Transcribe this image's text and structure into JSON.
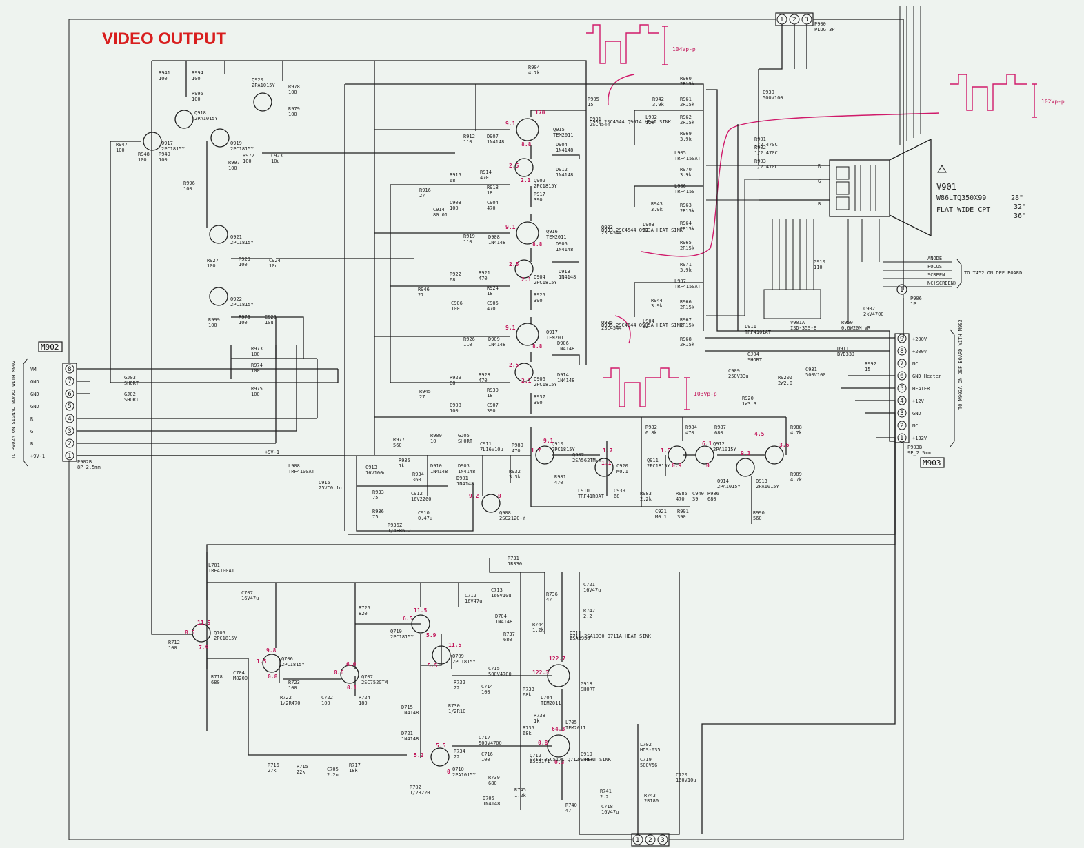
{
  "title": "VIDEO OUTPUT",
  "connectors": {
    "m902": {
      "name": "M902",
      "ref": "P902B",
      "part": "8P_2.5mm",
      "side_note": "TO P902A ON SIGNAL BOARD WITH M902",
      "pins": [
        {
          "num": "8",
          "label": "VM"
        },
        {
          "num": "7",
          "label": "GND"
        },
        {
          "num": "6",
          "label": "GND"
        },
        {
          "num": "5",
          "label": "GND"
        },
        {
          "num": "4",
          "label": "R"
        },
        {
          "num": "3",
          "label": "G"
        },
        {
          "num": "2",
          "label": "B"
        },
        {
          "num": "1",
          "label": "+9V-1"
        }
      ]
    },
    "m903": {
      "name": "M903",
      "ref": "P903B",
      "part": "9P_2.5mm",
      "side_note": "TO M903A ON DEF BOARD WITH M903",
      "pins": [
        {
          "num": "9",
          "label": "+200V"
        },
        {
          "num": "8",
          "label": "+200V"
        },
        {
          "num": "7",
          "label": "NC"
        },
        {
          "num": "6",
          "label": "GND Heater"
        },
        {
          "num": "5",
          "label": "HEATER"
        },
        {
          "num": "4",
          "label": "+12V"
        },
        {
          "num": "3",
          "label": "GND"
        },
        {
          "num": "2",
          "label": "NC"
        },
        {
          "num": "1",
          "label": "+132V"
        }
      ]
    },
    "p900": {
      "ref": "P900",
      "part": "PLUG 3P",
      "pins": [
        "1",
        "2",
        "3"
      ]
    },
    "p906": {
      "ref": "P906",
      "part": "1P",
      "pin": "1"
    },
    "bottom": {
      "pins": [
        "1",
        "2",
        "3"
      ]
    },
    "def_board": {
      "signals": [
        "ANODE",
        "FOCUS",
        "SCREEN",
        "NC(SCREEN)"
      ],
      "note": "TO T452 ON DEF BOARD"
    }
  },
  "crt": {
    "ref": "V901",
    "model": "W86LTQ350X99",
    "subtitle": "FLAT WIDE CPT",
    "sizes": [
      "28\"",
      "32\"",
      "36\""
    ],
    "inputs": [
      "R",
      "G",
      "B"
    ],
    "socket": "V901A",
    "socket_part": "ISD-35S-E"
  },
  "waveforms": [
    {
      "label": "104Vp-p"
    },
    {
      "label": "102Vp-p"
    },
    {
      "label": "103Vp-p"
    }
  ],
  "components": [
    {
      "ref": "R941",
      "value": "100"
    },
    {
      "ref": "R994",
      "value": "100"
    },
    {
      "ref": "R995",
      "value": "100"
    },
    {
      "ref": "R947",
      "value": "100"
    },
    {
      "ref": "R948",
      "value": "100"
    },
    {
      "ref": "R949",
      "value": "100"
    },
    {
      "ref": "R996",
      "value": "100"
    },
    {
      "ref": "R997",
      "value": "100"
    },
    {
      "ref": "R972",
      "value": "100"
    },
    {
      "ref": "C923",
      "value": "10u"
    },
    {
      "ref": "R978",
      "value": "100"
    },
    {
      "ref": "R979",
      "value": "100"
    },
    {
      "ref": "Q920",
      "value": "2PA1015Y"
    },
    {
      "ref": "Q918",
      "value": "2PA1015Y"
    },
    {
      "ref": "Q917",
      "value": "2PC1815Y"
    },
    {
      "ref": "Q919",
      "value": "2PC1815Y"
    },
    {
      "ref": "Q921",
      "value": "2PC1815Y"
    },
    {
      "ref": "Q922",
      "value": "2PC1815Y"
    },
    {
      "ref": "R927",
      "value": "100"
    },
    {
      "ref": "R923",
      "value": "100"
    },
    {
      "ref": "C924",
      "value": "10u"
    },
    {
      "ref": "R999",
      "value": "100"
    },
    {
      "ref": "R976",
      "value": "100"
    },
    {
      "ref": "C925",
      "value": "10u"
    },
    {
      "ref": "R973",
      "value": "100"
    },
    {
      "ref": "R974",
      "value": "100"
    },
    {
      "ref": "R975",
      "value": "100"
    },
    {
      "ref": "R904",
      "value": "4.7k"
    },
    {
      "ref": "R905",
      "value": "15"
    },
    {
      "ref": "Q915",
      "value": "TEM2011"
    },
    {
      "ref": "Q916",
      "value": "TEM2011"
    },
    {
      "ref": "Q917B",
      "value": "TEM2011"
    },
    {
      "ref": "Q901",
      "value": "2SC4544"
    },
    {
      "ref": "Q903",
      "value": "2SC4544"
    },
    {
      "ref": "Q905",
      "value": "2SC4544"
    },
    {
      "ref": "Q902",
      "value": "2PC1815Y"
    },
    {
      "ref": "Q904",
      "value": "2PC1815Y"
    },
    {
      "ref": "Q906",
      "value": "2PC1815Y"
    },
    {
      "ref": "R912",
      "value": "110"
    },
    {
      "ref": "D907",
      "value": "1N4148"
    },
    {
      "ref": "D904",
      "value": "1N4148"
    },
    {
      "ref": "D912",
      "value": "1N4148"
    },
    {
      "ref": "R915",
      "value": "68"
    },
    {
      "ref": "R914",
      "value": "470"
    },
    {
      "ref": "R916",
      "value": "27"
    },
    {
      "ref": "R918",
      "value": "18"
    },
    {
      "ref": "C903",
      "value": "100"
    },
    {
      "ref": "C904",
      "value": "470"
    },
    {
      "ref": "R917",
      "value": "390"
    },
    {
      "ref": "C914",
      "value": "80.01"
    },
    {
      "ref": "R919",
      "value": "110"
    },
    {
      "ref": "D908",
      "value": "1N4148"
    },
    {
      "ref": "D905",
      "value": "1N4148"
    },
    {
      "ref": "D913",
      "value": "1N4148"
    },
    {
      "ref": "R922",
      "value": "68"
    },
    {
      "ref": "R921",
      "value": "470"
    },
    {
      "ref": "R946",
      "value": "27"
    },
    {
      "ref": "R924",
      "value": "18"
    },
    {
      "ref": "C906",
      "value": "100"
    },
    {
      "ref": "C905",
      "value": "470"
    },
    {
      "ref": "R925",
      "value": "390"
    },
    {
      "ref": "R926",
      "value": "110"
    },
    {
      "ref": "D909",
      "value": "1N4148"
    },
    {
      "ref": "D906",
      "value": "1N4148"
    },
    {
      "ref": "D914",
      "value": "1N4148"
    },
    {
      "ref": "R929",
      "value": "68"
    },
    {
      "ref": "R928",
      "value": "470"
    },
    {
      "ref": "R945",
      "value": "27"
    },
    {
      "ref": "R930",
      "value": "18"
    },
    {
      "ref": "C908",
      "value": "100"
    },
    {
      "ref": "C907",
      "value": "390"
    },
    {
      "ref": "R937",
      "value": "390"
    },
    {
      "ref": "R942",
      "value": "3.9k"
    },
    {
      "ref": "R943",
      "value": "3.9k"
    },
    {
      "ref": "R944",
      "value": "3.9k"
    },
    {
      "ref": "L902",
      "value": "120"
    },
    {
      "ref": "L903",
      "value": "82"
    },
    {
      "ref": "L904",
      "value": "82"
    },
    {
      "ref": "L905",
      "value": "TRF4150AT"
    },
    {
      "ref": "L906",
      "value": "TRF4150T"
    },
    {
      "ref": "L907",
      "value": "TRF4150AT"
    },
    {
      "ref": "R960",
      "value": "2R15k"
    },
    {
      "ref": "R961",
      "value": "2R15k"
    },
    {
      "ref": "R962",
      "value": "2R15k"
    },
    {
      "ref": "R963",
      "value": "2R15k"
    },
    {
      "ref": "R964",
      "value": "2R15k"
    },
    {
      "ref": "R965",
      "value": "2R15k"
    },
    {
      "ref": "R966",
      "value": "2R15k"
    },
    {
      "ref": "R967",
      "value": "2R15k"
    },
    {
      "ref": "R968",
      "value": "2R15k"
    },
    {
      "ref": "R969",
      "value": "3.9k"
    },
    {
      "ref": "R970",
      "value": "3.9k"
    },
    {
      "ref": "R971",
      "value": "3.9k"
    },
    {
      "ref": "C930",
      "value": "500V100"
    },
    {
      "ref": "R901",
      "value": "1/2 470C"
    },
    {
      "ref": "R902",
      "value": "1/2 470C"
    },
    {
      "ref": "R903",
      "value": "1/2 470C"
    },
    {
      "ref": "G910",
      "value": "110"
    },
    {
      "ref": "C902",
      "value": "2kV4700"
    },
    {
      "ref": "R950",
      "value": "0.6W20M_VR"
    },
    {
      "ref": "L911",
      "value": "TRF4101AT"
    },
    {
      "ref": "C909",
      "value": "250V33u"
    },
    {
      "ref": "GJ04",
      "value": "SHORT"
    },
    {
      "ref": "R920Z",
      "value": "2W2.0"
    },
    {
      "ref": "R920",
      "value": "1W3.3"
    },
    {
      "ref": "C931",
      "value": "500V100"
    },
    {
      "ref": "D911",
      "value": "BYD33J"
    },
    {
      "ref": "R992",
      "value": "15"
    },
    {
      "ref": "L908",
      "value": "TRF4100AT"
    },
    {
      "ref": "C915",
      "value": "25VC0.1u"
    },
    {
      "ref": "R977",
      "value": "560"
    },
    {
      "ref": "C913",
      "value": "16V100u"
    },
    {
      "ref": "R935",
      "value": "1k"
    },
    {
      "ref": "R934",
      "value": "360"
    },
    {
      "ref": "R909",
      "value": "10"
    },
    {
      "ref": "GJ05",
      "value": "SHORT"
    },
    {
      "ref": "D910",
      "value": "1N4148"
    },
    {
      "ref": "D903",
      "value": "1N4148"
    },
    {
      "ref": "C911",
      "value": "7L16V10u"
    },
    {
      "ref": "R980",
      "value": "470"
    },
    {
      "ref": "R932",
      "value": "3.3k"
    },
    {
      "ref": "D901",
      "value": "1N4148"
    },
    {
      "ref": "R933",
      "value": "75"
    },
    {
      "ref": "C912",
      "value": "16V2200"
    },
    {
      "ref": "R936",
      "value": "75"
    },
    {
      "ref": "C910",
      "value": "0.47u"
    },
    {
      "ref": "R936Z",
      "value": "1/4FR6.2"
    },
    {
      "ref": "Q908",
      "value": "2SC2120-Y"
    },
    {
      "ref": "Q910",
      "value": "2PC1815Y"
    },
    {
      "ref": "Q907",
      "value": "2SA562TM-Y"
    },
    {
      "ref": "R981",
      "value": "470"
    },
    {
      "ref": "L910",
      "value": "TRF41R0AT"
    },
    {
      "ref": "C920",
      "value": "M0.1"
    },
    {
      "ref": "C939",
      "value": "68"
    },
    {
      "ref": "R982",
      "value": "6.8k"
    },
    {
      "ref": "R984",
      "value": "470"
    },
    {
      "ref": "R987",
      "value": "680"
    },
    {
      "ref": "R988",
      "value": "4.7k"
    },
    {
      "ref": "Q911",
      "value": "2PC1815Y"
    },
    {
      "ref": "Q912",
      "value": "2PA1015Y"
    },
    {
      "ref": "Q914",
      "value": "2PA1015Y"
    },
    {
      "ref": "Q913",
      "value": "2PA1015Y"
    },
    {
      "ref": "R989",
      "value": "4.7k"
    },
    {
      "ref": "R983",
      "value": "2.2k"
    },
    {
      "ref": "C921",
      "value": "M0.1"
    },
    {
      "ref": "R991",
      "value": "390"
    },
    {
      "ref": "R985",
      "value": "470"
    },
    {
      "ref": "C940",
      "value": "39"
    },
    {
      "ref": "R986",
      "value": "680"
    },
    {
      "ref": "R990",
      "value": "560"
    },
    {
      "ref": "L701",
      "value": "TRF4100AT"
    },
    {
      "ref": "C707",
      "value": "16V47u"
    },
    {
      "ref": "R712",
      "value": "100"
    },
    {
      "ref": "Q705",
      "value": "2PC1815Y"
    },
    {
      "ref": "R718",
      "value": "680"
    },
    {
      "ref": "C704",
      "value": "M8200"
    },
    {
      "ref": "Q706",
      "value": "2PC1815Y"
    },
    {
      "ref": "R722",
      "value": "1/2R470"
    },
    {
      "ref": "R723",
      "value": "100"
    },
    {
      "ref": "R725",
      "value": "820"
    },
    {
      "ref": "Q707",
      "value": "2SC752GTM"
    },
    {
      "ref": "C722",
      "value": "100"
    },
    {
      "ref": "R724",
      "value": "180"
    },
    {
      "ref": "R731",
      "value": "1R330"
    },
    {
      "ref": "C713",
      "value": "160V10u"
    },
    {
      "ref": "C712",
      "value": "16V47u"
    },
    {
      "ref": "Q719",
      "value": "2PC1815Y"
    },
    {
      "ref": "Q709",
      "value": "2PC1815Y"
    },
    {
      "ref": "D704",
      "value": "1N4148"
    },
    {
      "ref": "R737",
      "value": "680"
    },
    {
      "ref": "R744",
      "value": "1.2k"
    },
    {
      "ref": "R736",
      "value": "47"
    },
    {
      "ref": "C721",
      "value": "16V47u"
    },
    {
      "ref": "R742",
      "value": "2.2"
    },
    {
      "ref": "Q711",
      "value": "2SA1930"
    },
    {
      "ref": "C715",
      "value": "500V4700"
    },
    {
      "ref": "R732",
      "value": "22"
    },
    {
      "ref": "C714",
      "value": "100"
    },
    {
      "ref": "R733",
      "value": "68k"
    },
    {
      "ref": "G918",
      "value": "SHORT"
    },
    {
      "ref": "L704",
      "value": "TEM2011"
    },
    {
      "ref": "R730",
      "value": "1/2R10"
    },
    {
      "ref": "D715",
      "value": "1N4148"
    },
    {
      "ref": "R738",
      "value": "1k"
    },
    {
      "ref": "L705",
      "value": "TEM2011"
    },
    {
      "ref": "R735",
      "value": "68k"
    },
    {
      "ref": "D721",
      "value": "1N4148"
    },
    {
      "ref": "C717",
      "value": "500V4700"
    },
    {
      "ref": "R734",
      "value": "22"
    },
    {
      "ref": "C716",
      "value": "100"
    },
    {
      "ref": "Q712",
      "value": "2SC5171"
    },
    {
      "ref": "G919",
      "value": "SHORT"
    },
    {
      "ref": "R716",
      "value": "27k"
    },
    {
      "ref": "R715",
      "value": "22k"
    },
    {
      "ref": "C705",
      "value": "2.2u"
    },
    {
      "ref": "R717",
      "value": "18k"
    },
    {
      "ref": "Q710",
      "value": "2PA1015Y"
    },
    {
      "ref": "R702",
      "value": "1/2R220"
    },
    {
      "ref": "R739",
      "value": "680"
    },
    {
      "ref": "R745",
      "value": "1.2k"
    },
    {
      "ref": "D705",
      "value": "1N4148"
    },
    {
      "ref": "R740",
      "value": "47"
    },
    {
      "ref": "R741",
      "value": "2.2"
    },
    {
      "ref": "C718",
      "value": "16V47u"
    },
    {
      "ref": "L702",
      "value": "HDS-035"
    },
    {
      "ref": "C719",
      "value": "500V56"
    },
    {
      "ref": "C720",
      "value": "160V10u"
    },
    {
      "ref": "R743",
      "value": "2R180"
    },
    {
      "ref": "GJ03",
      "value": "SHORT"
    },
    {
      "ref": "GJ02",
      "value": "SHORT"
    }
  ],
  "heat_sink_notes": [
    "Q901 2SC4544 Q901A HEAT SINK",
    "Q903 2SC4544 Q903A HEAT SINK",
    "Q905 2SC4544 Q905A HEAT SINK",
    "Q711 2SA1930 Q711A HEAT SINK",
    "Q712 2SC5171 Q712A HEAT SINK"
  ],
  "test_voltages": [
    "170",
    "9.1",
    "8.8",
    "2.5",
    "2.1",
    "9.1",
    "8.8",
    "2.5",
    "2.1",
    "9.1",
    "8.8",
    "2.5",
    "2.1",
    "1.7",
    "9.1",
    "1.7",
    "1.1",
    "1.5",
    "6.1",
    "0.9",
    "4.5",
    "9.1",
    "3.6",
    "9.2",
    "0",
    "0",
    "11.5",
    "8.5",
    "7.9",
    "9.8",
    "1.5",
    "0.8",
    "6.0",
    "0.6",
    "0.1",
    "11.5",
    "6.5",
    "5.9",
    "11.5",
    "5.5",
    "122.7",
    "122.3",
    "64.3",
    "0.8",
    "0.3",
    "5.5",
    "5.2",
    "0"
  ],
  "supply_label": "+9V-1"
}
